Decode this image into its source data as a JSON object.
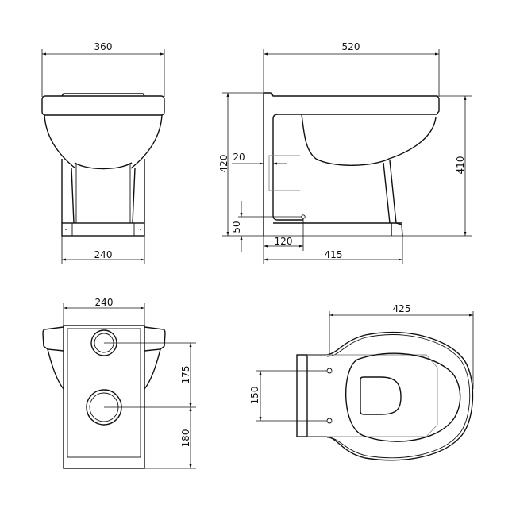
{
  "drawing": {
    "subject": "Floor-standing toilet pan technical drawing",
    "units": "mm",
    "views": {
      "front": {
        "overall_width": "360",
        "base_width": "240"
      },
      "side": {
        "overall_length": "520",
        "overall_height": "420",
        "rim_height": "410",
        "outlet_wall_offset": "20",
        "outlet_height": "50",
        "outlet_distance_from_wall": "120",
        "base_length": "415"
      },
      "rear": {
        "width": "240",
        "upper_spacing": "175",
        "lower_spacing": "180"
      },
      "top": {
        "length": "425",
        "fixing_hole_spacing": "150"
      }
    }
  }
}
